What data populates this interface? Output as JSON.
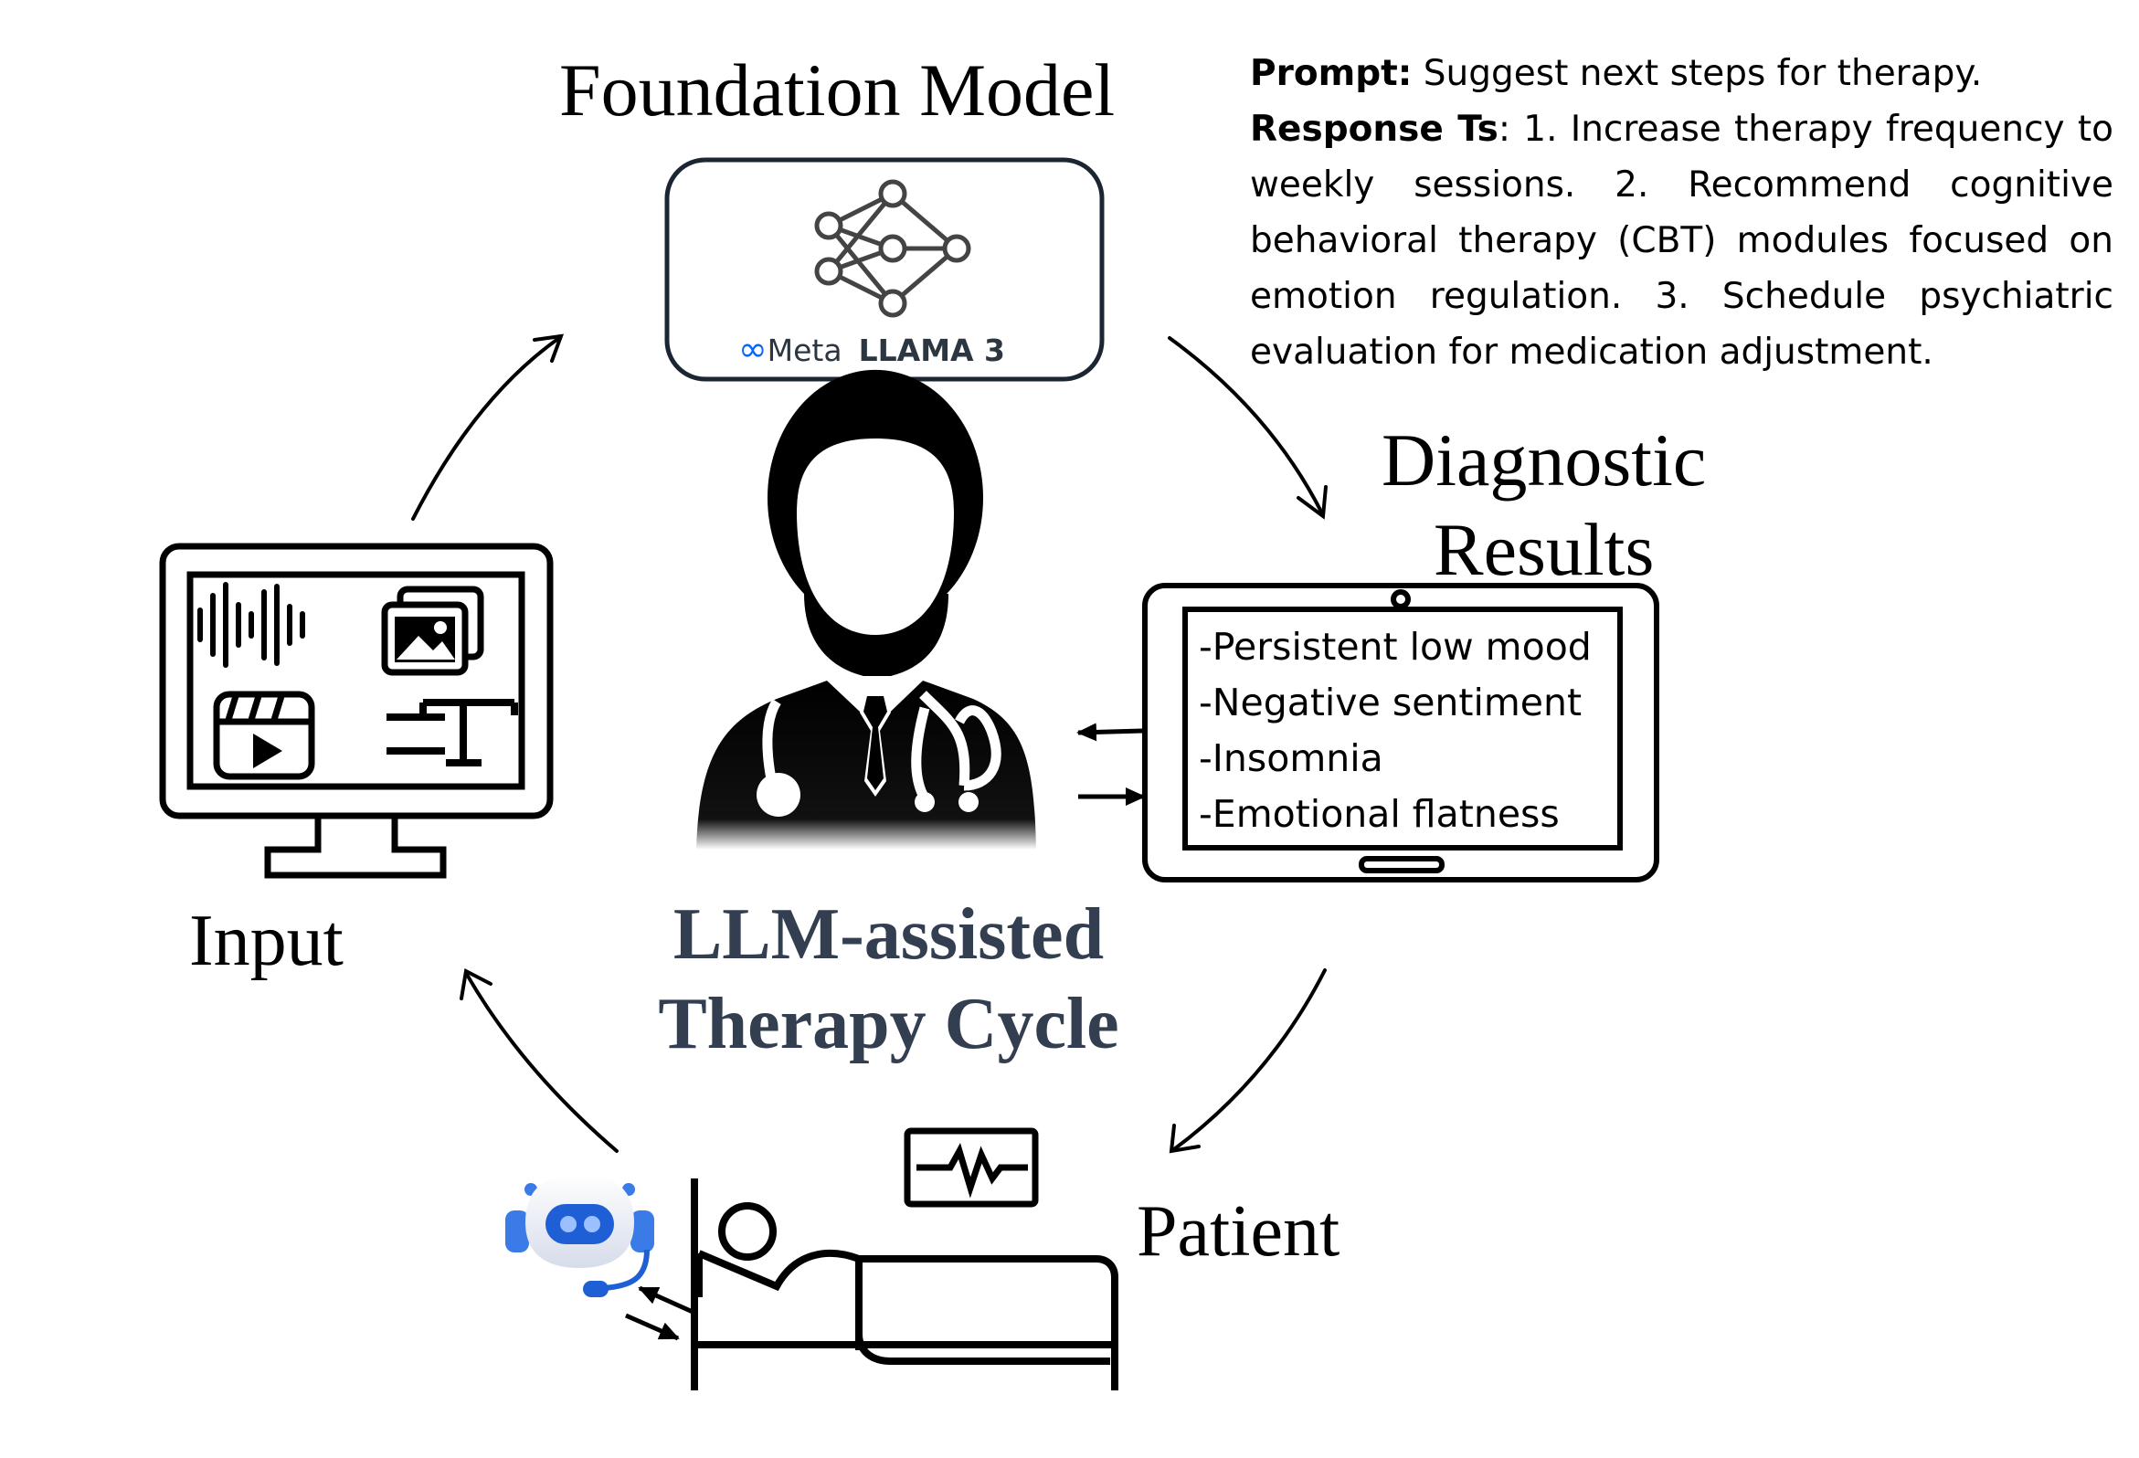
{
  "foundation_model": {
    "title": "Foundation Model",
    "brand_symbol": "∞",
    "brand": "Meta",
    "model": "LLAMA 3"
  },
  "prompt": {
    "prompt_label": "Prompt:",
    "prompt_text": " Suggest next steps for therapy.",
    "response_label": "Response Ts",
    "response_text": ": 1. Increase therapy frequency to weekly sessions. 2. Recommend cognitive behavioral therapy (CBT) modules focused on emotion regulation. 3. Schedule psychiatric evaluation for medication adjustment."
  },
  "diagnostic": {
    "title_line1": "Diagnostic",
    "title_line2": "Results",
    "items": [
      "-Persistent low mood",
      "-Negative sentiment",
      "-Insomnia",
      "-Emotional flatness"
    ]
  },
  "input": {
    "title": "Input"
  },
  "patient": {
    "title": "Patient"
  },
  "center": {
    "title_line1": "LLM-assisted",
    "title_line2": "Therapy Cycle"
  },
  "colors": {
    "title_dark": "#333f50",
    "meta_blue": "#0866ff",
    "robot_blue": "#1f5fd6",
    "robot_light": "#e8ecf4"
  },
  "icons": [
    "neural-network-icon",
    "doctor-icon",
    "monitor-icon",
    "audio-wave-icon",
    "image-icon",
    "video-icon",
    "text-icon",
    "tablet-icon",
    "robot-icon",
    "hospital-bed-icon",
    "heart-monitor-icon"
  ]
}
